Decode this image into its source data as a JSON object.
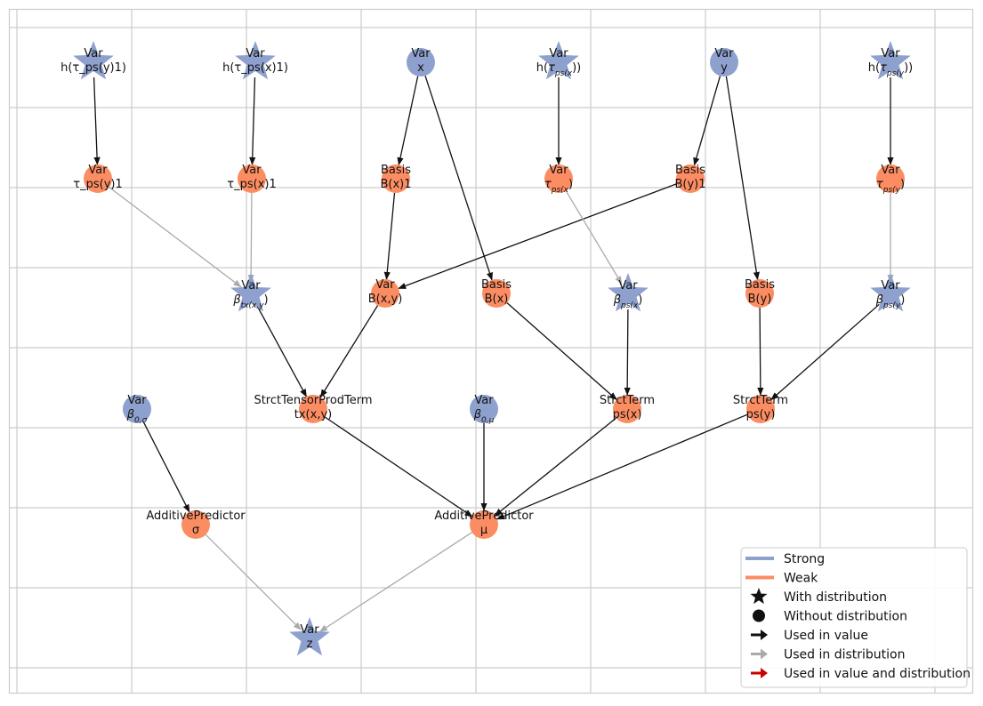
{
  "colors": {
    "strong": "#8ea0cd",
    "weak": "#fc8d62",
    "grid": "#cccccc",
    "value_edge": "#111111",
    "dist_edge": "#aaaaaa",
    "both_edge": "#cc0000"
  },
  "nodes": [
    {
      "id": "h_tau_psy1",
      "line1": "Var",
      "line2": "h(τ_ps(y)1)",
      "kind": "strong",
      "shape": "star"
    },
    {
      "id": "h_tau_psx1",
      "line1": "Var",
      "line2": "h(τ_ps(x)1)",
      "kind": "strong",
      "shape": "star"
    },
    {
      "id": "x",
      "line1": "Var",
      "line2": "x",
      "kind": "strong",
      "shape": "circle"
    },
    {
      "id": "h_tau_psx",
      "line1": "Var",
      "line2": "h(τ_ps(x))",
      "kind": "strong",
      "shape": "star"
    },
    {
      "id": "y",
      "line1": "Var",
      "line2": "y",
      "kind": "strong",
      "shape": "circle"
    },
    {
      "id": "h_tau_psy",
      "line1": "Var",
      "line2": "h(τ_ps(y))",
      "kind": "strong",
      "shape": "star"
    },
    {
      "id": "tau_psy1",
      "line1": "Var",
      "line2": "τ_ps(y)1",
      "kind": "weak",
      "shape": "circle"
    },
    {
      "id": "tau_psx1",
      "line1": "Var",
      "line2": "τ_ps(x)1",
      "kind": "weak",
      "shape": "circle"
    },
    {
      "id": "Bx1",
      "line1": "Basis",
      "line2": "B(x)1",
      "kind": "weak",
      "shape": "circle"
    },
    {
      "id": "tau_psx",
      "line1": "Var",
      "line2": "τ_ps(x)",
      "kind": "weak",
      "shape": "circle"
    },
    {
      "id": "By1",
      "line1": "Basis",
      "line2": "B(y)1",
      "kind": "weak",
      "shape": "circle"
    },
    {
      "id": "tau_psy",
      "line1": "Var",
      "line2": "τ_ps(y)",
      "kind": "weak",
      "shape": "circle"
    },
    {
      "id": "beta_tx",
      "line1": "Var",
      "line2": "β_tx(x,y)",
      "kind": "strong",
      "shape": "star"
    },
    {
      "id": "Bxy",
      "line1": "Var",
      "line2": "B(x,y)",
      "kind": "weak",
      "shape": "circle"
    },
    {
      "id": "Bx",
      "line1": "Basis",
      "line2": "B(x)",
      "kind": "weak",
      "shape": "circle"
    },
    {
      "id": "beta_psx",
      "line1": "Var",
      "line2": "β_ps(x)",
      "kind": "strong",
      "shape": "star"
    },
    {
      "id": "By",
      "line1": "Basis",
      "line2": "B(y)",
      "kind": "weak",
      "shape": "circle"
    },
    {
      "id": "beta_psy",
      "line1": "Var",
      "line2": "β_ps(y)",
      "kind": "strong",
      "shape": "star"
    },
    {
      "id": "beta0_sigma",
      "line1": "Var",
      "line2": "β_0,σ",
      "kind": "strong",
      "shape": "circle"
    },
    {
      "id": "tx",
      "line1": "StrctTensorProdTerm",
      "line2": "tx(x,y)",
      "kind": "weak",
      "shape": "circle"
    },
    {
      "id": "beta0_mu",
      "line1": "Var",
      "line2": "β_0,μ",
      "kind": "strong",
      "shape": "circle"
    },
    {
      "id": "psx",
      "line1": "StrctTerm",
      "line2": "ps(x)",
      "kind": "weak",
      "shape": "circle"
    },
    {
      "id": "psy",
      "line1": "StrctTerm",
      "line2": "ps(y)",
      "kind": "weak",
      "shape": "circle"
    },
    {
      "id": "sigma",
      "line1": "AdditivePredictor",
      "line2": "σ",
      "kind": "weak",
      "shape": "circle"
    },
    {
      "id": "mu",
      "line1": "AdditivePredictor",
      "line2": "μ",
      "kind": "weak",
      "shape": "circle"
    },
    {
      "id": "z",
      "line1": "Var",
      "line2": "z",
      "kind": "strong",
      "shape": "star"
    }
  ],
  "edges": [
    {
      "from": "h_tau_psy1",
      "to": "tau_psy1",
      "type": "value"
    },
    {
      "from": "h_tau_psx1",
      "to": "tau_psx1",
      "type": "value"
    },
    {
      "from": "x",
      "to": "Bx1",
      "type": "value"
    },
    {
      "from": "x",
      "to": "Bx",
      "type": "value"
    },
    {
      "from": "h_tau_psx",
      "to": "tau_psx",
      "type": "value"
    },
    {
      "from": "y",
      "to": "By1",
      "type": "value"
    },
    {
      "from": "y",
      "to": "By",
      "type": "value"
    },
    {
      "from": "h_tau_psy",
      "to": "tau_psy",
      "type": "value"
    },
    {
      "from": "tau_psy1",
      "to": "beta_tx",
      "type": "distribution"
    },
    {
      "from": "tau_psx1",
      "to": "beta_tx",
      "type": "distribution"
    },
    {
      "from": "Bx1",
      "to": "Bxy",
      "type": "value"
    },
    {
      "from": "By1",
      "to": "Bxy",
      "type": "value"
    },
    {
      "from": "tau_psx",
      "to": "beta_psx",
      "type": "distribution"
    },
    {
      "from": "tau_psy",
      "to": "beta_psy",
      "type": "distribution"
    },
    {
      "from": "beta_tx",
      "to": "tx",
      "type": "value"
    },
    {
      "from": "Bxy",
      "to": "tx",
      "type": "value"
    },
    {
      "from": "Bx",
      "to": "psx",
      "type": "value"
    },
    {
      "from": "beta_psx",
      "to": "psx",
      "type": "value"
    },
    {
      "from": "By",
      "to": "psy",
      "type": "value"
    },
    {
      "from": "beta_psy",
      "to": "psy",
      "type": "value"
    },
    {
      "from": "beta0_sigma",
      "to": "sigma",
      "type": "value"
    },
    {
      "from": "tx",
      "to": "mu",
      "type": "value"
    },
    {
      "from": "beta0_mu",
      "to": "mu",
      "type": "value"
    },
    {
      "from": "psx",
      "to": "mu",
      "type": "value"
    },
    {
      "from": "psy",
      "to": "mu",
      "type": "value"
    },
    {
      "from": "sigma",
      "to": "z",
      "type": "distribution"
    },
    {
      "from": "mu",
      "to": "z",
      "type": "distribution"
    }
  ],
  "legend": {
    "items": [
      {
        "label": "Strong",
        "marker": "line",
        "color_key": "strong"
      },
      {
        "label": "Weak",
        "marker": "line",
        "color_key": "weak"
      },
      {
        "label": "With distribution",
        "marker": "star",
        "color_key": "black"
      },
      {
        "label": "Without distribution",
        "marker": "circle",
        "color_key": "black"
      },
      {
        "label": "Used in value",
        "marker": "arrow",
        "color_key": "value_edge"
      },
      {
        "label": "Used in distribution",
        "marker": "arrow",
        "color_key": "dist_edge"
      },
      {
        "label": "Used in value and distribution",
        "marker": "arrow",
        "color_key": "both_edge"
      }
    ]
  }
}
